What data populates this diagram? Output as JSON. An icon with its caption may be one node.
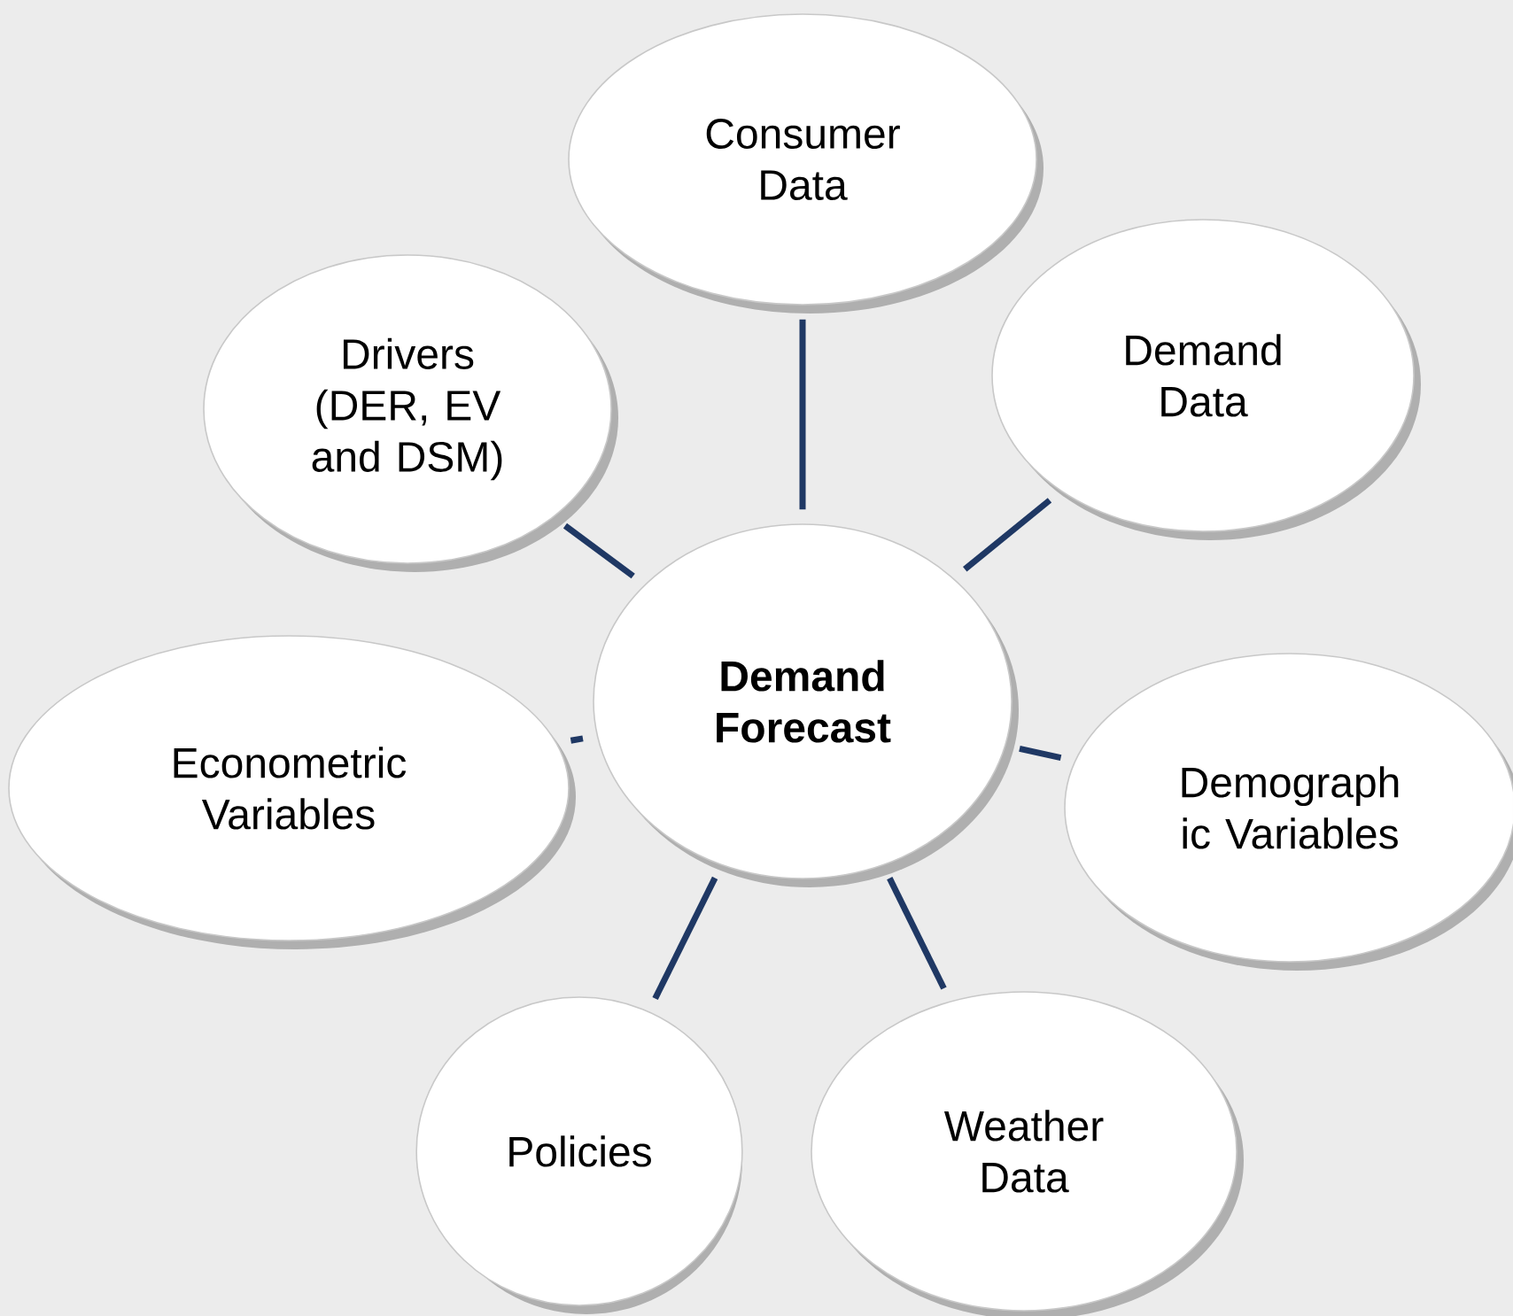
{
  "diagram": {
    "nodes": [
      {
        "text": [
          "**Demand Forecast**"
        ]
      },
      {
        "text": [
          "Consumer Data"
        ]
      },
      {
        "text": [
          "Drivers (DER, EV and DSM)"
        ]
      },
      {
        "text": [
          "Demand Data"
        ]
      },
      {
        "text": [
          "Econometric Variables"
        ]
      },
      {
        "text": [
          "Demograph ic Variables"
        ]
      },
      {
        "text": [
          "Policies"
        ]
      },
      {
        "text": [
          "Weather Data"
        ]
      }
    ],
    "edges": [
      {
        "from": 0,
        "to": 1,
        "arrow": "none"
      },
      {
        "from": 0,
        "to": 2,
        "arrow": "none"
      },
      {
        "from": 0,
        "to": 3,
        "arrow": "none"
      },
      {
        "from": 0,
        "to": 4,
        "arrow": "none"
      },
      {
        "from": 0,
        "to": 5,
        "arrow": "none"
      },
      {
        "from": 0,
        "to": 6,
        "arrow": "none"
      },
      {
        "from": 0,
        "to": 7,
        "arrow": "none"
      }
    ]
  }
}
